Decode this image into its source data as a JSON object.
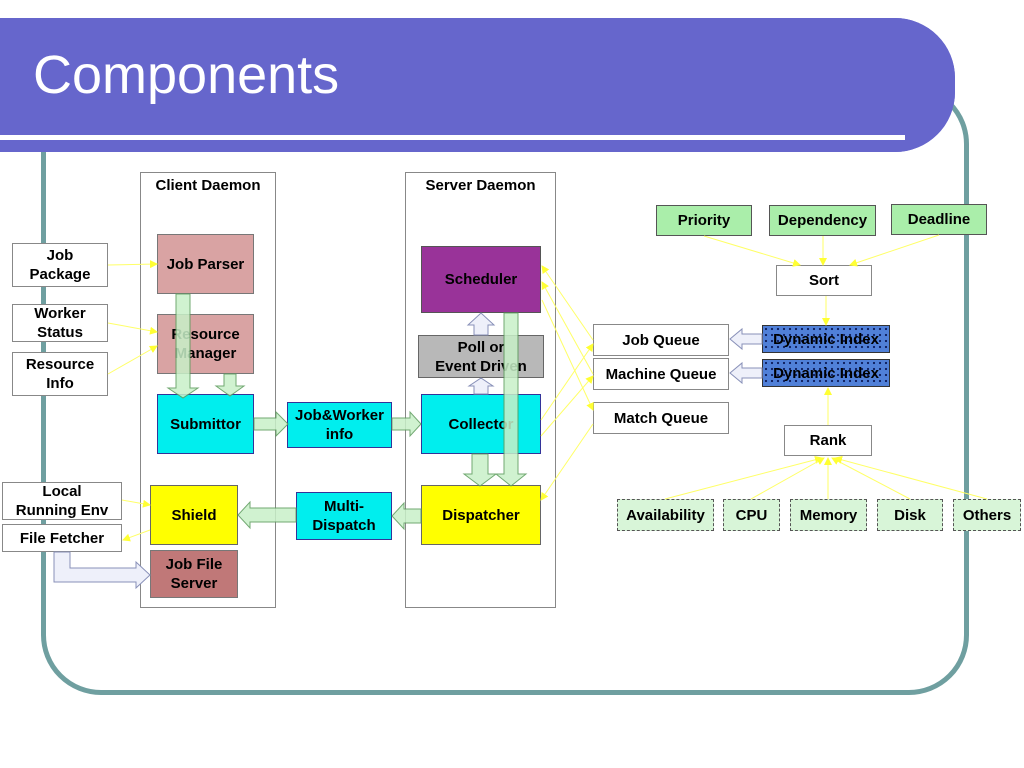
{
  "slide": {
    "title": "Components"
  },
  "groups": {
    "client_daemon": "Client Daemon",
    "server_daemon": "Server Daemon"
  },
  "inputs": {
    "job_package": "Job\nPackage",
    "worker_status": "Worker\nStatus",
    "resource_info": "Resource\nInfo",
    "local_running_env": "Local\nRunning Env",
    "file_fetcher": "File Fetcher",
    "ellipsis": "…..."
  },
  "client": {
    "job_parser": "Job Parser",
    "resource_manager": "Resource\nManager",
    "submittor": "Submittor",
    "shield": "Shield",
    "job_file_server": "Job File\nServer"
  },
  "middle": {
    "job_worker_info": "Job&Worker\ninfo",
    "multi_dispatch": "Multi-\nDispatch"
  },
  "server": {
    "scheduler": "Scheduler",
    "poll_or_event": "Poll or\nEvent Driven",
    "collector": "Collector",
    "dispatcher": "Dispatcher"
  },
  "queues": {
    "job_queue": "Job Queue",
    "machine_queue": "Machine Queue",
    "match_queue": "Match Queue"
  },
  "ranking": {
    "priority": "Priority",
    "dependency": "Dependency",
    "deadline": "Deadline",
    "sort": "Sort",
    "dynamic_index_1": "Dynamic Index",
    "dynamic_index_2": "Dynamic Index",
    "rank": "Rank",
    "availability": "Availability",
    "cpu": "CPU",
    "memory": "Memory",
    "disk": "Disk",
    "others": "Others"
  },
  "colors": {
    "title_bar": "#6666cc",
    "frame": "#6f9fa0",
    "connector": "#ffff66",
    "hollow_arrow": "#c8f0c8"
  }
}
